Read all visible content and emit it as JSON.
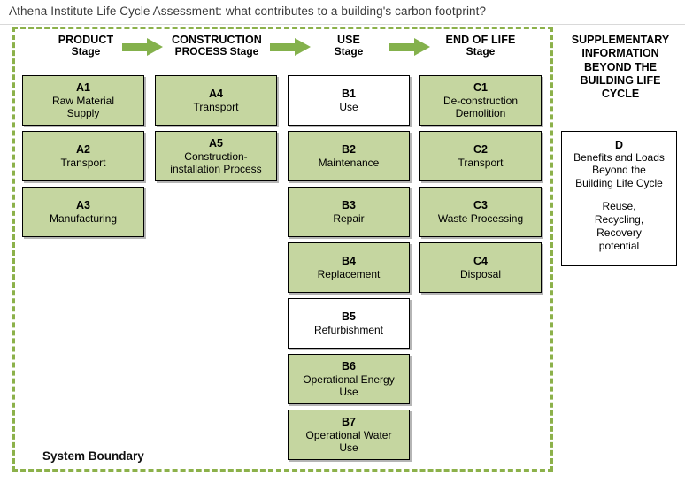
{
  "title": "Athena Institute Life Cycle Assessment: what contributes to a building's carbon footprint?",
  "colors": {
    "box_fill_green": "#c5d6a0",
    "box_fill_white": "#ffffff",
    "box_border": "#000000",
    "arrow_green": "#84b14c",
    "boundary_dashed_green": "#8cb14a",
    "title_text": "#3a3a3a"
  },
  "system_boundary": {
    "label": "System Boundary"
  },
  "stages": [
    {
      "name": "product",
      "line1": "PRODUCT",
      "line2": "Stage"
    },
    {
      "name": "construction-process",
      "line1": "CONSTRUCTION",
      "line2": "PROCESS Stage"
    },
    {
      "name": "use",
      "line1": "USE",
      "line2": "Stage"
    },
    {
      "name": "end-of-life",
      "line1": "END OF LIFE",
      "line2": "Stage"
    }
  ],
  "arrows": [
    {
      "name": "arrow-product-to-construction"
    },
    {
      "name": "arrow-construction-to-use"
    },
    {
      "name": "arrow-use-to-end-of-life"
    }
  ],
  "columns": {
    "product": [
      {
        "code": "A1",
        "desc": "Raw Material\nSupply",
        "fill": "green"
      },
      {
        "code": "A2",
        "desc": "Transport",
        "fill": "green"
      },
      {
        "code": "A3",
        "desc": "Manufacturing",
        "fill": "green"
      }
    ],
    "construction_process": [
      {
        "code": "A4",
        "desc": "Transport",
        "fill": "green"
      },
      {
        "code": "A5",
        "desc": "Construction-\ninstallation Process",
        "fill": "green"
      }
    ],
    "use": [
      {
        "code": "B1",
        "desc": "Use",
        "fill": "white"
      },
      {
        "code": "B2",
        "desc": "Maintenance",
        "fill": "green"
      },
      {
        "code": "B3",
        "desc": "Repair",
        "fill": "green"
      },
      {
        "code": "B4",
        "desc": "Replacement",
        "fill": "green"
      },
      {
        "code": "B5",
        "desc": "Refurbishment",
        "fill": "white"
      },
      {
        "code": "B6",
        "desc": "Operational Energy\nUse",
        "fill": "green"
      },
      {
        "code": "B7",
        "desc": "Operational Water\nUse",
        "fill": "green"
      }
    ],
    "end_of_life": [
      {
        "code": "C1",
        "desc": "De-construction\nDemolition",
        "fill": "green"
      },
      {
        "code": "C2",
        "desc": "Transport",
        "fill": "green"
      },
      {
        "code": "C3",
        "desc": "Waste Processing",
        "fill": "green"
      },
      {
        "code": "C4",
        "desc": "Disposal",
        "fill": "green"
      }
    ]
  },
  "supplementary": {
    "heading": "SUPPLEMENTARY\nINFORMATION\nBEYOND THE\nBUILDING LIFE\nCYCLE",
    "box": {
      "code": "D",
      "desc": "Benefits and Loads\nBeyond the\nBuilding Life Cycle",
      "desc2": "Reuse,\nRecycling,\nRecovery\npotential",
      "fill": "white"
    }
  }
}
